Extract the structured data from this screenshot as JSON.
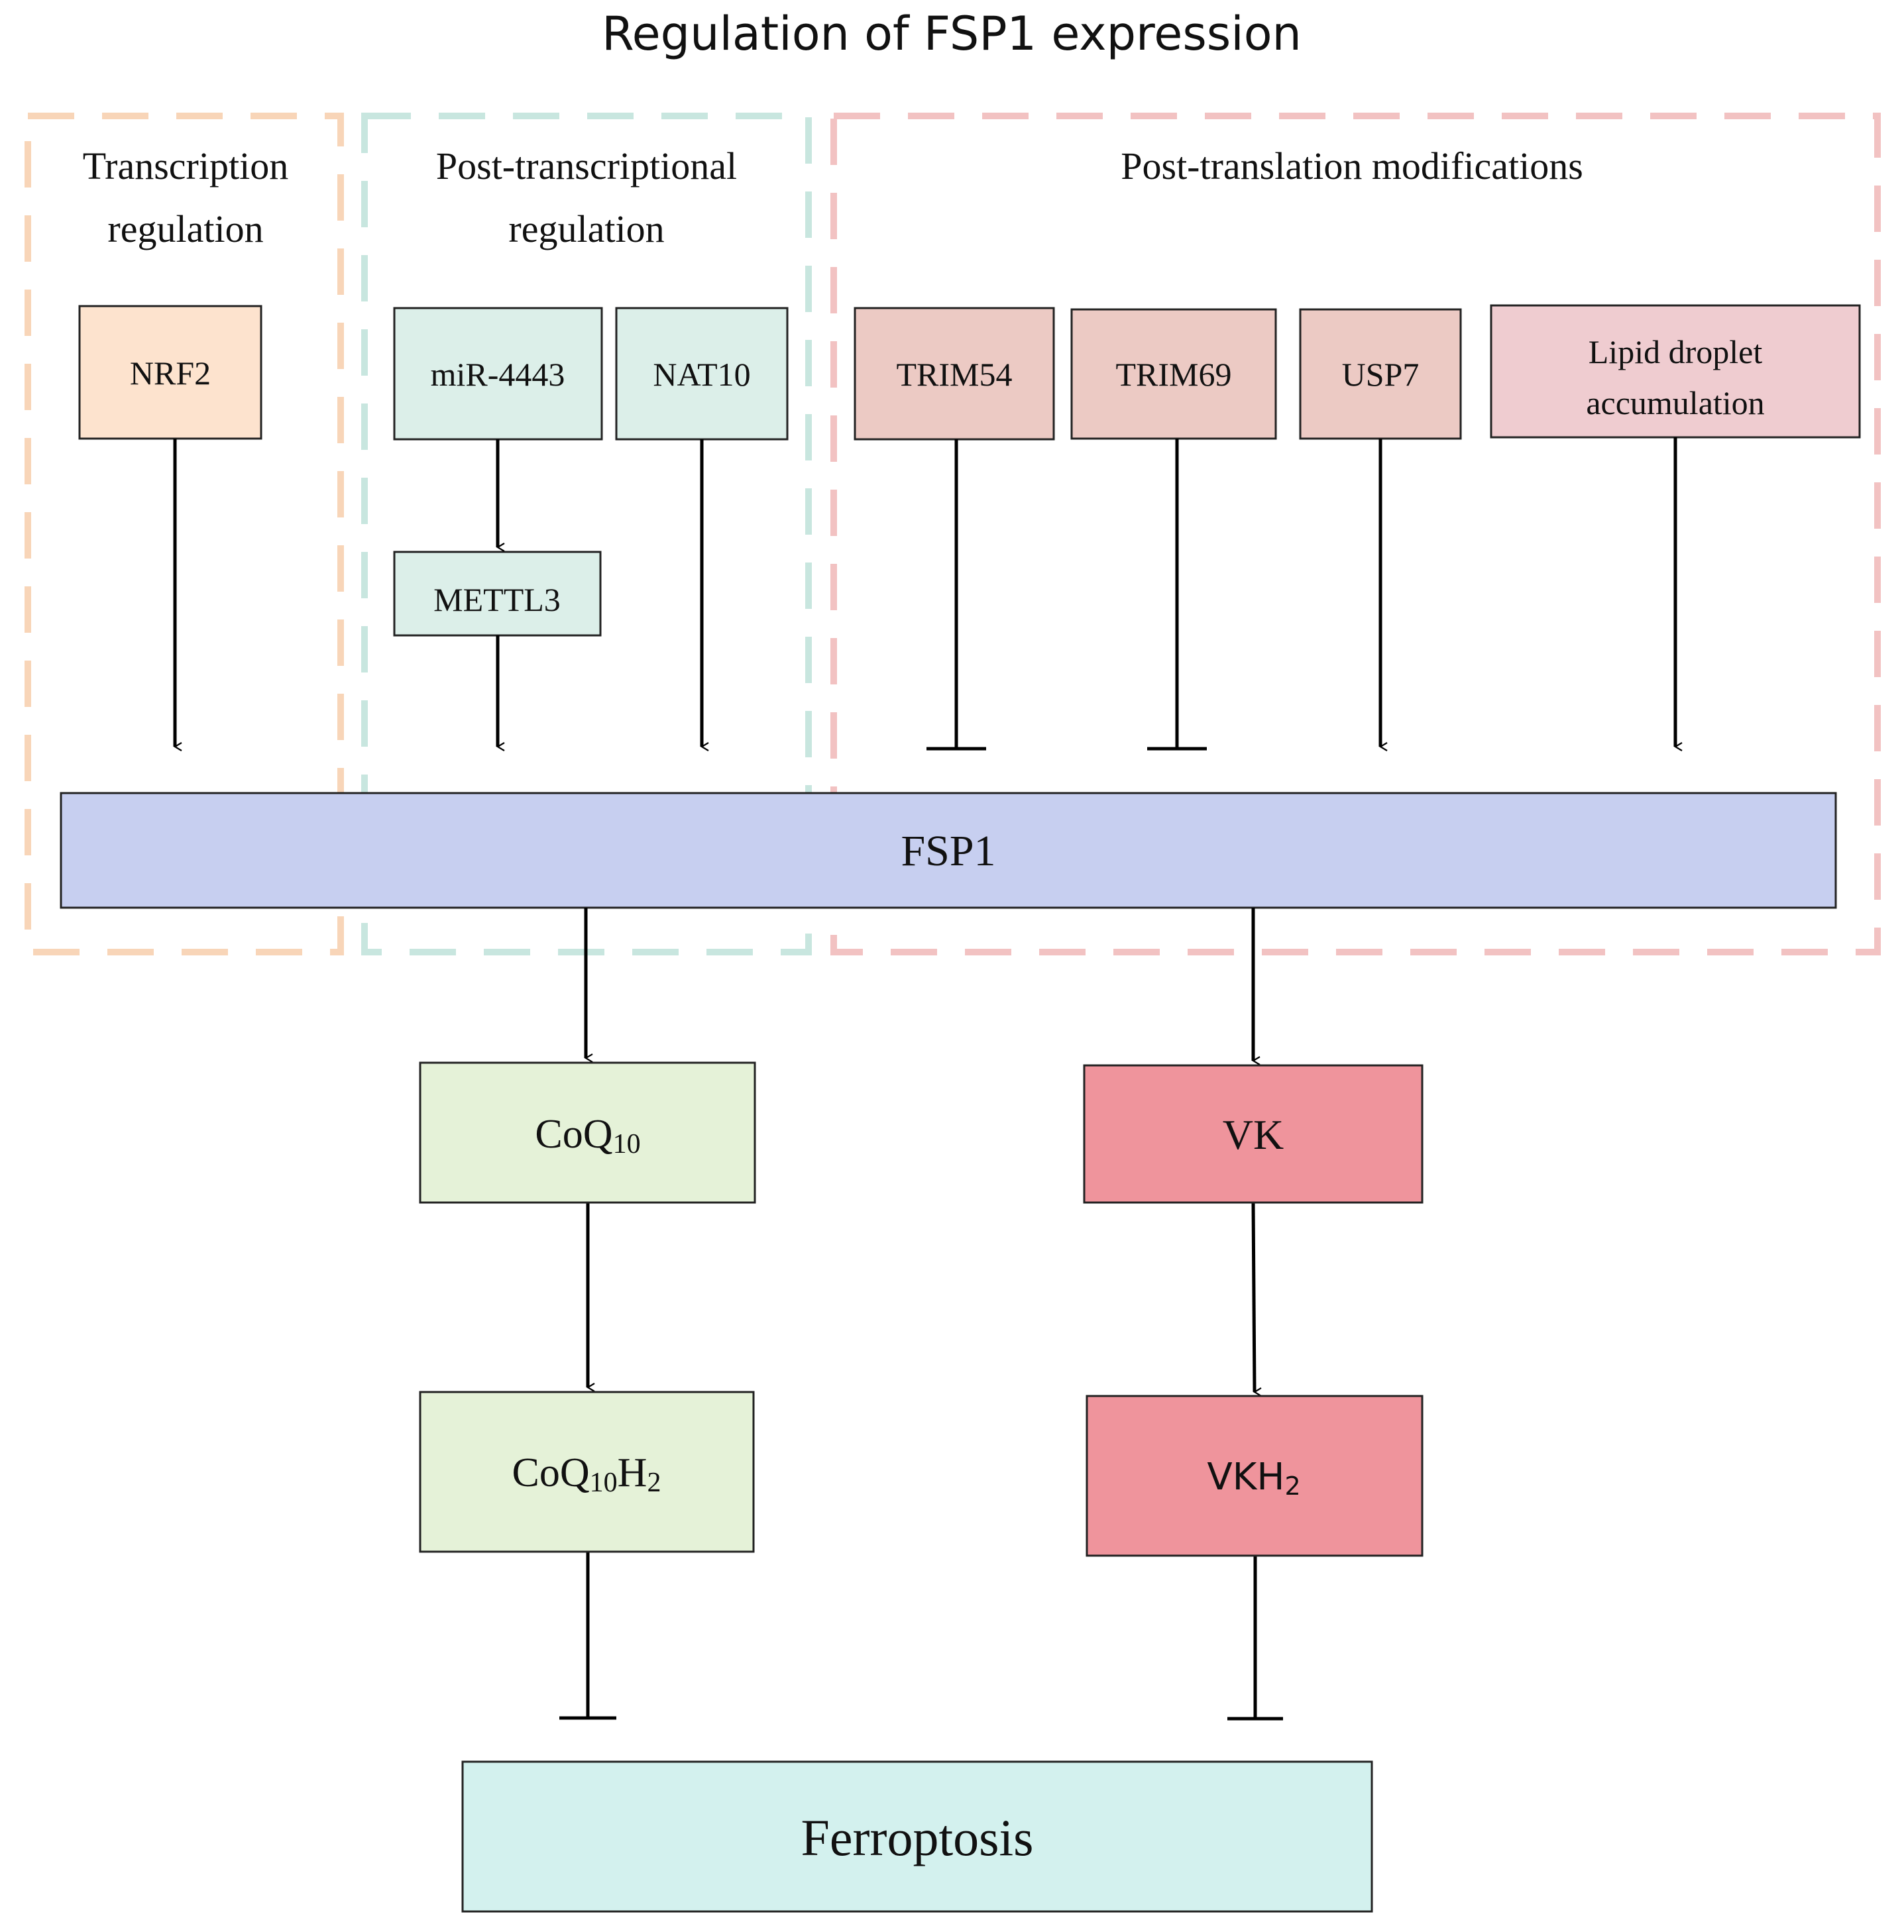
{
  "title": "Regulation of FSP1 expression",
  "groups": {
    "transcription": {
      "label_line1": "Transcription",
      "label_line2": "regulation",
      "color": "#f8d5b8"
    },
    "post_transcriptional": {
      "label_line1": "Post-transcriptional",
      "label_line2": "regulation",
      "color": "#c8e6df"
    },
    "post_translation": {
      "label": "Post-translation modifications",
      "color": "#f2c2c2"
    }
  },
  "nodes": {
    "nrf2": {
      "label": "NRF2",
      "fill": "#fde3ce"
    },
    "mir4443": {
      "label": "miR-4443",
      "fill": "#dcefe9"
    },
    "nat10": {
      "label": "NAT10",
      "fill": "#dcefe9"
    },
    "mettl3": {
      "label": "METTL3",
      "fill": "#dcefe9"
    },
    "trim54": {
      "label": "TRIM54",
      "fill": "#eccac4"
    },
    "trim69": {
      "label": "TRIM69",
      "fill": "#eccac4"
    },
    "usp7": {
      "label": "USP7",
      "fill": "#eccac4"
    },
    "lipid": {
      "label_line1": "Lipid droplet",
      "label_line2": "accumulation",
      "fill": "#efccd0"
    },
    "fsp1": {
      "label": "FSP1",
      "fill": "#c7cff0"
    },
    "coq10": {
      "label": "CoQ",
      "sub": "10",
      "fill": "#e5f2d8"
    },
    "coq10h2": {
      "label": "CoQ",
      "sub": "10",
      "label2": "H",
      "sub2": "2",
      "fill": "#e5f2d8"
    },
    "vk": {
      "label": "VK",
      "fill": "#ef949c"
    },
    "vkh2": {
      "label": "VKH",
      "sub": "2",
      "fill": "#ef949c"
    },
    "ferroptosis": {
      "label": "Ferroptosis",
      "fill": "#d3f1ee"
    }
  }
}
